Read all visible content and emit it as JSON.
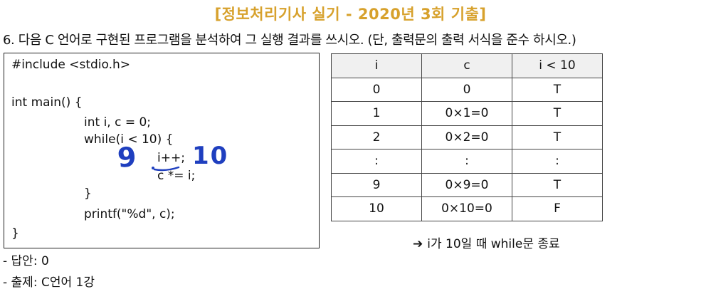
{
  "header": {
    "title": "[정보처리기사 실기 - 2020년 3회 기출]"
  },
  "question": {
    "text": "6. 다음 C 언어로 구현된 프로그램을 분석하여 그 실행 결과를 쓰시오. (단, 출력문의 출력 서식을 준수 하시오.)"
  },
  "code": {
    "lines": [
      "#include <stdio.h>",
      "int main() {",
      "int i, c = 0;",
      "while(i < 10) {",
      "i++;",
      "c *= i;",
      "}",
      "printf(\"%d\", c);",
      "}"
    ]
  },
  "annotations": {
    "left": "9",
    "right": "10",
    "color": "#1f3fbf"
  },
  "trace_table": {
    "headers": [
      "i",
      "c",
      "i < 10"
    ],
    "rows": [
      [
        "0",
        "0",
        "T"
      ],
      [
        "1",
        "0×1=0",
        "T"
      ],
      [
        "2",
        "0×2=0",
        "T"
      ],
      [
        ":",
        ":",
        ":"
      ],
      [
        "9",
        "0×9=0",
        "T"
      ],
      [
        "10",
        "0×10=0",
        "F"
      ]
    ]
  },
  "note": {
    "arrow": "➔",
    "text": "i가 10일 때 while문 종료"
  },
  "answer": {
    "answer_line": "- 답안: 0",
    "source_line": "- 출제: C언어 1강"
  },
  "colors": {
    "header": "#d7a12c",
    "handwriting": "#1f3fbf"
  }
}
